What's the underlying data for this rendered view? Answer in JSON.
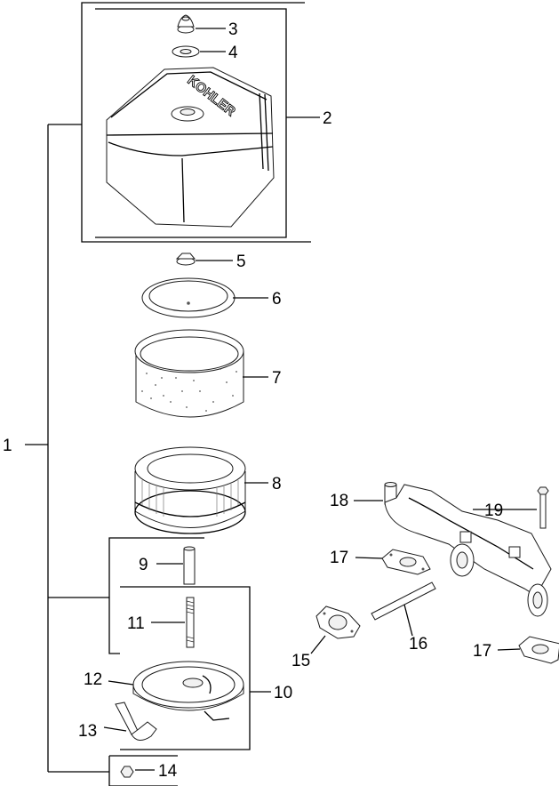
{
  "diagram": {
    "brand_mark": "KOHLER",
    "callouts": {
      "c1": "1",
      "c2": "2",
      "c3": "3",
      "c4": "4",
      "c5": "5",
      "c6": "6",
      "c7": "7",
      "c8": "8",
      "c9": "9",
      "c10": "10",
      "c11": "11",
      "c12": "12",
      "c13": "13",
      "c14": "14",
      "c15": "15",
      "c16": "16",
      "c17a": "17",
      "c17b": "17",
      "c18": "18",
      "c19": "19"
    }
  }
}
